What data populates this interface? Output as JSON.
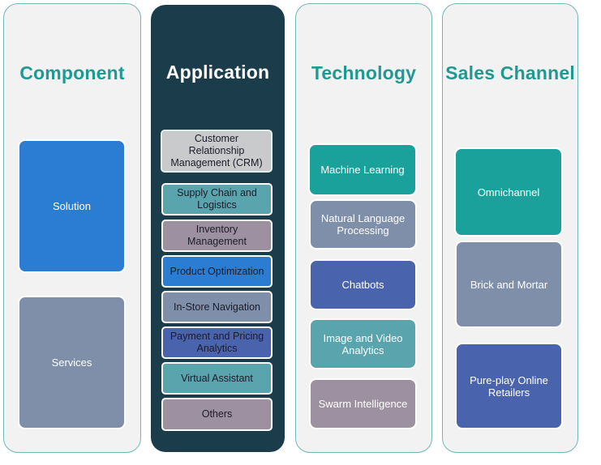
{
  "columns": [
    {
      "title": "Component",
      "items": [
        {
          "label": "Solution",
          "color": "#2b7cd3"
        },
        {
          "label": "Services",
          "color": "#7f8fa9"
        }
      ]
    },
    {
      "title": "Application",
      "items": [
        {
          "label": "Customer Relationship Management (CRM)",
          "color": "#c9cacb"
        },
        {
          "label": "Supply Chain and Logistics",
          "color": "#5aa4ad"
        },
        {
          "label": "Inventory Management",
          "color": "#9d90a0"
        },
        {
          "label": "Product Optimization",
          "color": "#2b7cd3"
        },
        {
          "label": "In-Store Navigation",
          "color": "#7f8fa9"
        },
        {
          "label": "Payment and Pricing Analytics",
          "color": "#4a63ad"
        },
        {
          "label": "Virtual Assistant",
          "color": "#5aa4ad"
        },
        {
          "label": "Others",
          "color": "#9d90a0"
        }
      ]
    },
    {
      "title": "Technology",
      "items": [
        {
          "label": "Machine Learning",
          "color": "#1aa19c"
        },
        {
          "label": "Natural Language Processing",
          "color": "#7f8fa9"
        },
        {
          "label": "Chatbots",
          "color": "#4a63ad"
        },
        {
          "label": "Image and Video Analytics",
          "color": "#5aa4ad"
        },
        {
          "label": "Swarm Intelligence",
          "color": "#9d90a0"
        }
      ]
    },
    {
      "title": "Sales Channel",
      "items": [
        {
          "label": "Omnichannel",
          "color": "#1aa19c"
        },
        {
          "label": "Brick and Mortar",
          "color": "#7f8fa9"
        },
        {
          "label": "Pure-play Online Retailers",
          "color": "#4a63ad"
        }
      ]
    }
  ],
  "colors": {
    "panel_light": "#f2f2f2",
    "panel_dark": "#1b3d4b",
    "title_accent": "#1e9a93"
  }
}
